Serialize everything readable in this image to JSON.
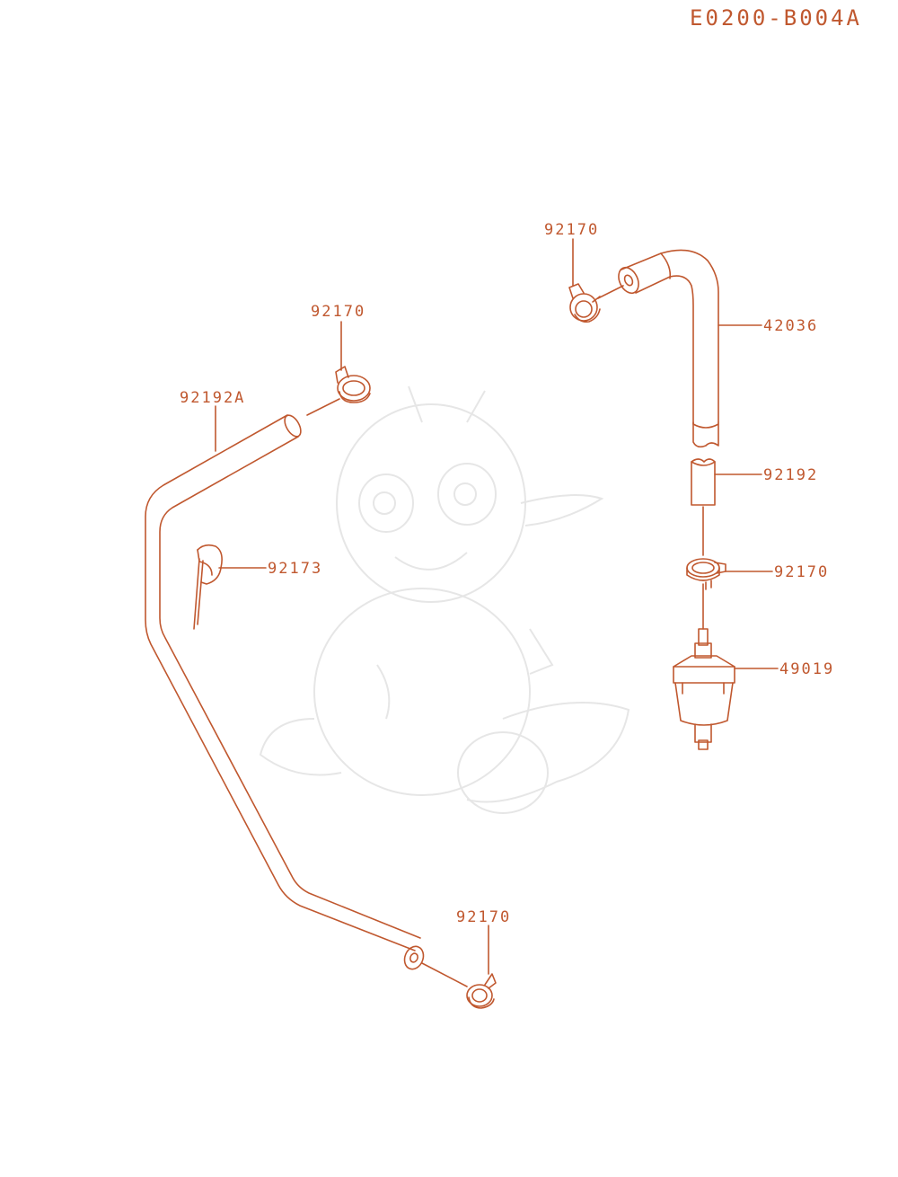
{
  "diagram_code": "E0200-B004A",
  "colors": {
    "line": "#c0582f",
    "text": "#c0582f",
    "watermark": "#e6e6e6"
  },
  "parts": {
    "clamp_top_right": "92170",
    "hose_elbow": "42036",
    "clamp_upper_left": "92170",
    "hose_long": "92192A",
    "hose_short": "92192",
    "clip": "92173",
    "clamp_filter": "92170",
    "fuel_filter": "49019",
    "clamp_bottom": "92170"
  }
}
